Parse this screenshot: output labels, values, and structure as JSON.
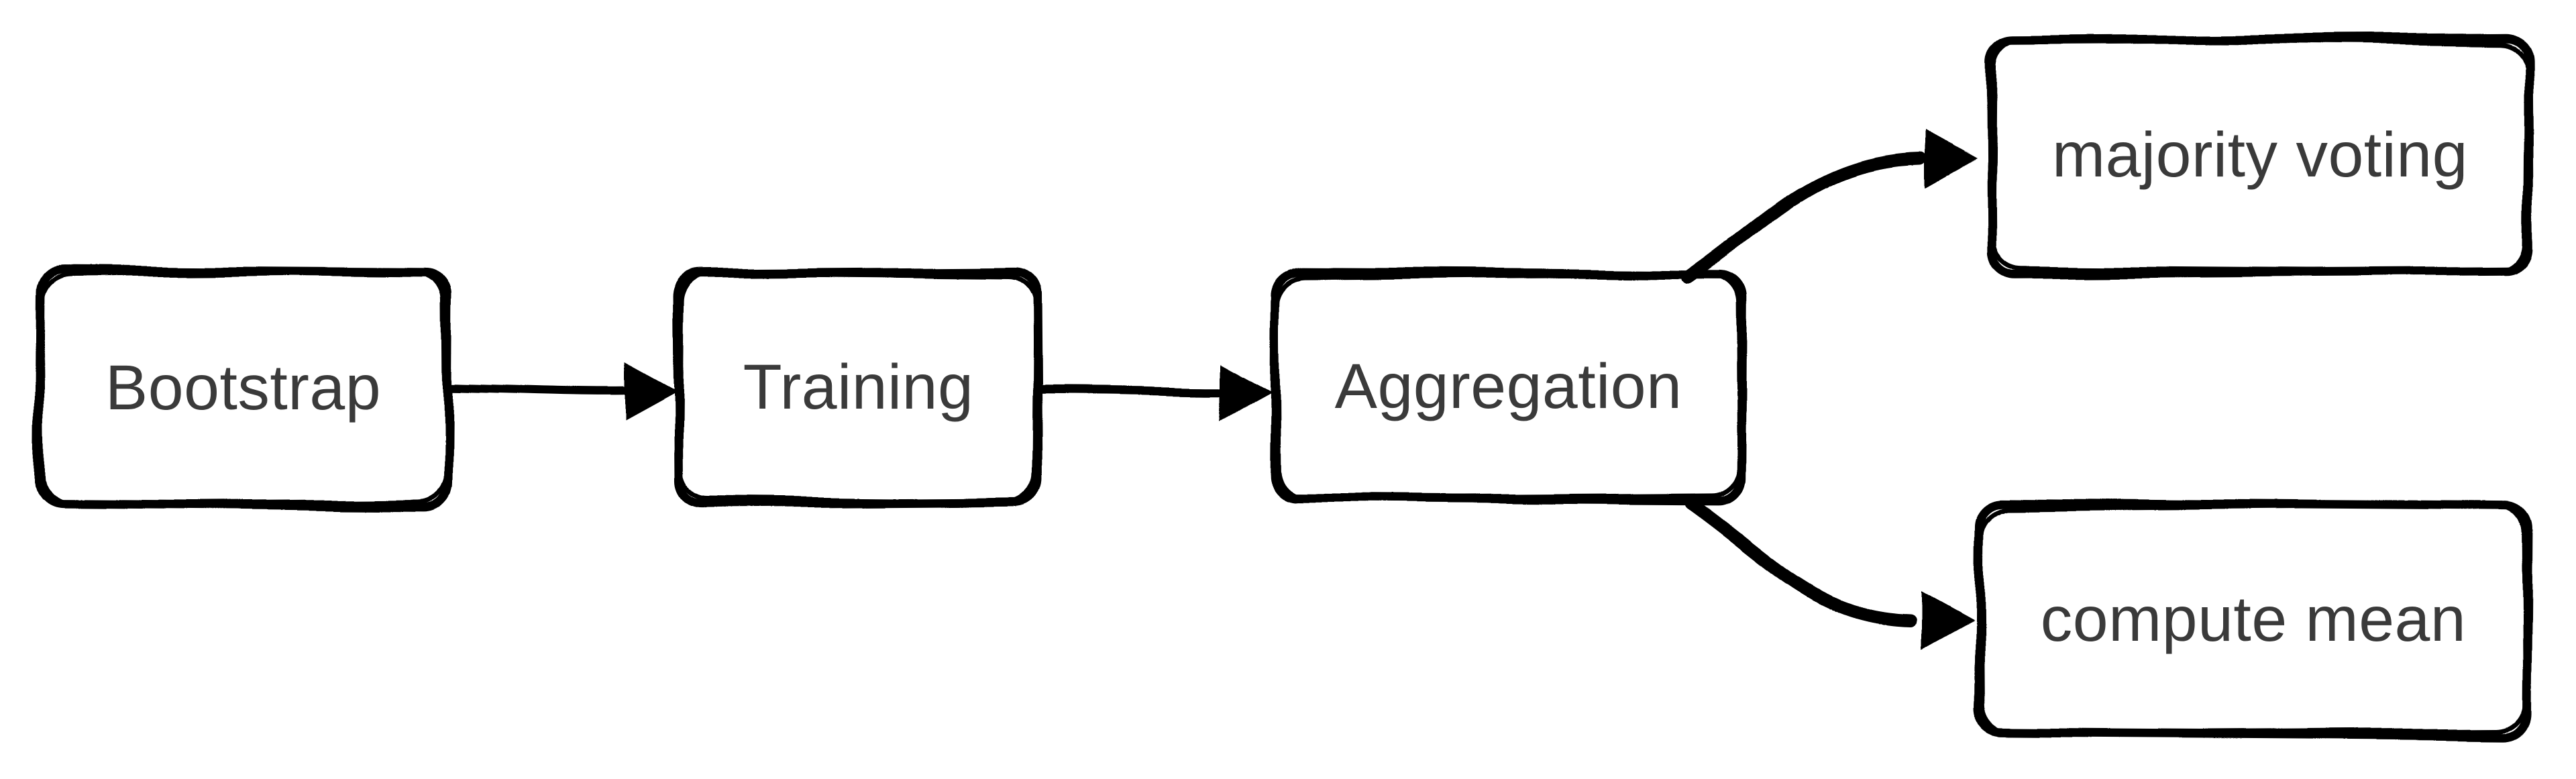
{
  "diagram": {
    "type": "flowchart",
    "background": "#ffffff",
    "style": "hand-drawn sketch, black outlines, white box fills",
    "colors": {
      "box_stroke": "#000000",
      "box_fill": "#ffffff",
      "arrow": "#000000",
      "label_text": "#3a3a3a"
    },
    "nodes": [
      {
        "id": "bootstrap",
        "label": "Bootstrap"
      },
      {
        "id": "training",
        "label": "Training"
      },
      {
        "id": "aggregation",
        "label": "Aggregation"
      },
      {
        "id": "majority-voting",
        "label": "majority voting"
      },
      {
        "id": "compute-mean",
        "label": "compute mean"
      }
    ],
    "edges": [
      {
        "from": "Bootstrap",
        "to": "Training",
        "shape": "straight-horizontal-arrow"
      },
      {
        "from": "Training",
        "to": "Aggregation",
        "shape": "straight-horizontal-arrow"
      },
      {
        "from": "Aggregation",
        "to": "majority voting",
        "shape": "curved-up-right-arrow"
      },
      {
        "from": "Aggregation",
        "to": "compute mean",
        "shape": "curved-down-right-arrow"
      }
    ]
  }
}
